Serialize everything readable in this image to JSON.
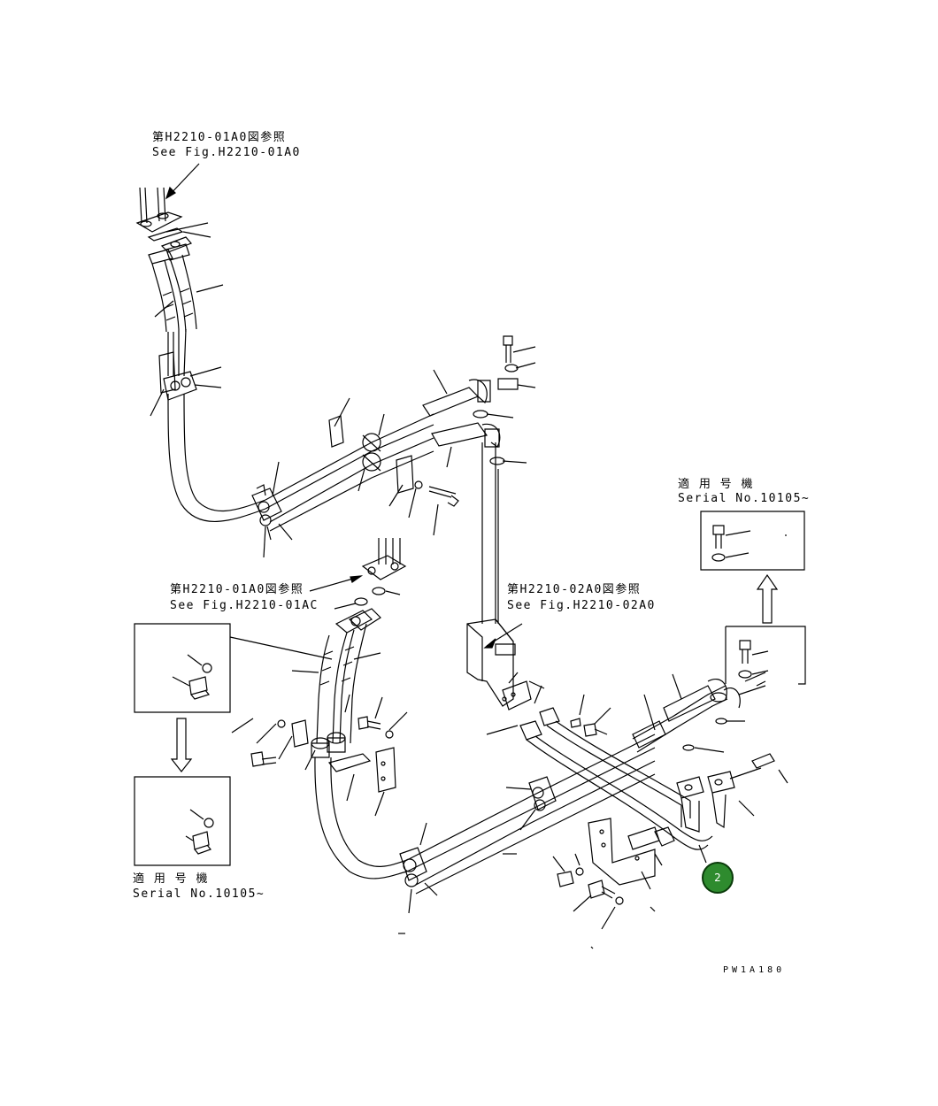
{
  "references": {
    "top_left": {
      "jp": "第H2210-01A0図参照",
      "en": "See Fig.H2210-01A0"
    },
    "middle_left": {
      "jp": "第H2210-01A0図参照",
      "en": "See Fig.H2210-01AC"
    },
    "center": {
      "jp": "第H2210-02A0図参照",
      "en": "See Fig.H2210-02A0"
    }
  },
  "serial_notes": {
    "right": {
      "jp": "適 用 号 機",
      "en": "Serial No.10105~"
    },
    "left": {
      "jp": "適 用 号 機",
      "en": "Serial No.10105~"
    }
  },
  "drawing_code": "PW1A180",
  "callout": {
    "number": "2",
    "color": "#2e8b2e"
  }
}
